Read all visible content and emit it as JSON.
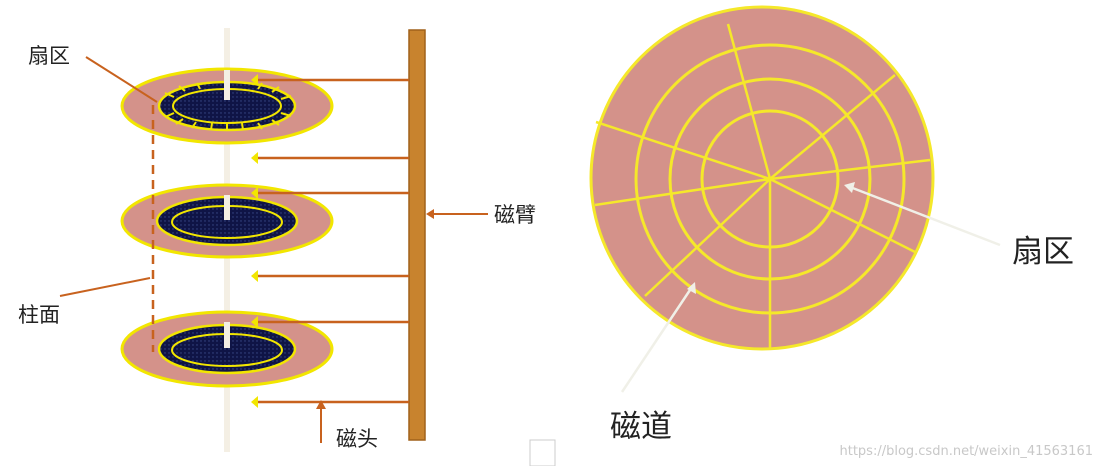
{
  "labels": {
    "sector_left": "扇区",
    "cylinder": "柱面",
    "arm": "磁臂",
    "head": "磁头",
    "sector_right": "扇区",
    "track": "磁道"
  },
  "watermark": "https://blog.csdn.net/weixin_41563161",
  "colors": {
    "platter": "#d4928a",
    "platter_edge": "#f2e600",
    "hub": "#0f1446",
    "arm": "#c8832e",
    "arm_edge": "#a0611a",
    "leader_orange": "#c8621e",
    "leader_white": "#f0f0e8",
    "spindle": "#f4efe4",
    "track_line": "#f5e82a"
  }
}
